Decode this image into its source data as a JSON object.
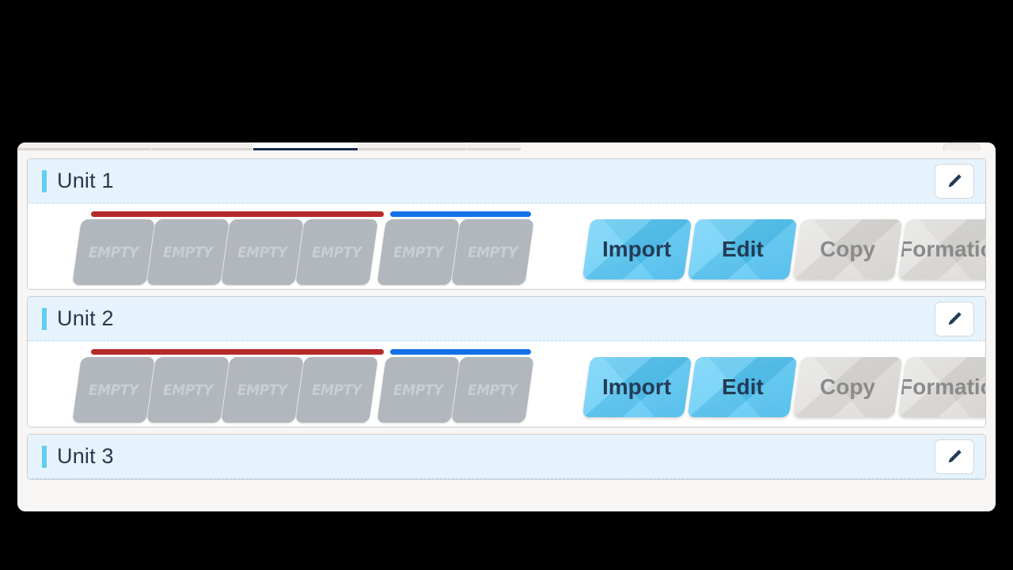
{
  "app": {
    "background_color": "#000000",
    "viewport_background": "#f7f6f4",
    "accent_color": "#5ecdf5",
    "primary_button_color": "#52c6f5",
    "muted_button_color": "#dedbd8",
    "header_background": "#e7f3fc",
    "title_color": "#27384e"
  },
  "tabbar": {
    "tabs": [
      {
        "label": "",
        "active": false
      },
      {
        "label": "",
        "active": false
      },
      {
        "label": "",
        "active": true
      },
      {
        "label": "",
        "active": false
      },
      {
        "label": "",
        "active": false
      }
    ],
    "action_label": ""
  },
  "units": [
    {
      "title": "Unit 1",
      "edit_icon": "pencil-icon",
      "groups": [
        {
          "bar_color": "#b52a2a",
          "slots": [
            {
              "label": "EMPTY"
            },
            {
              "label": "EMPTY"
            },
            {
              "label": "EMPTY"
            },
            {
              "label": "EMPTY"
            }
          ]
        },
        {
          "bar_color": "#1471e8",
          "slots": [
            {
              "label": "EMPTY"
            },
            {
              "label": "EMPTY"
            }
          ]
        }
      ],
      "actions": [
        {
          "label": "Import",
          "style": "primary"
        },
        {
          "label": "Edit",
          "style": "primary"
        },
        {
          "label": "Copy",
          "style": "muted"
        },
        {
          "label": "Formation",
          "style": "muted"
        }
      ]
    },
    {
      "title": "Unit 2",
      "edit_icon": "pencil-icon",
      "groups": [
        {
          "bar_color": "#b52a2a",
          "slots": [
            {
              "label": "EMPTY"
            },
            {
              "label": "EMPTY"
            },
            {
              "label": "EMPTY"
            },
            {
              "label": "EMPTY"
            }
          ]
        },
        {
          "bar_color": "#1471e8",
          "slots": [
            {
              "label": "EMPTY"
            },
            {
              "label": "EMPTY"
            }
          ]
        }
      ],
      "actions": [
        {
          "label": "Import",
          "style": "primary"
        },
        {
          "label": "Edit",
          "style": "primary"
        },
        {
          "label": "Copy",
          "style": "muted"
        },
        {
          "label": "Formation",
          "style": "muted"
        }
      ]
    },
    {
      "title": "Unit 3",
      "edit_icon": "pencil-icon",
      "partial": true,
      "groups": [],
      "actions": []
    }
  ]
}
